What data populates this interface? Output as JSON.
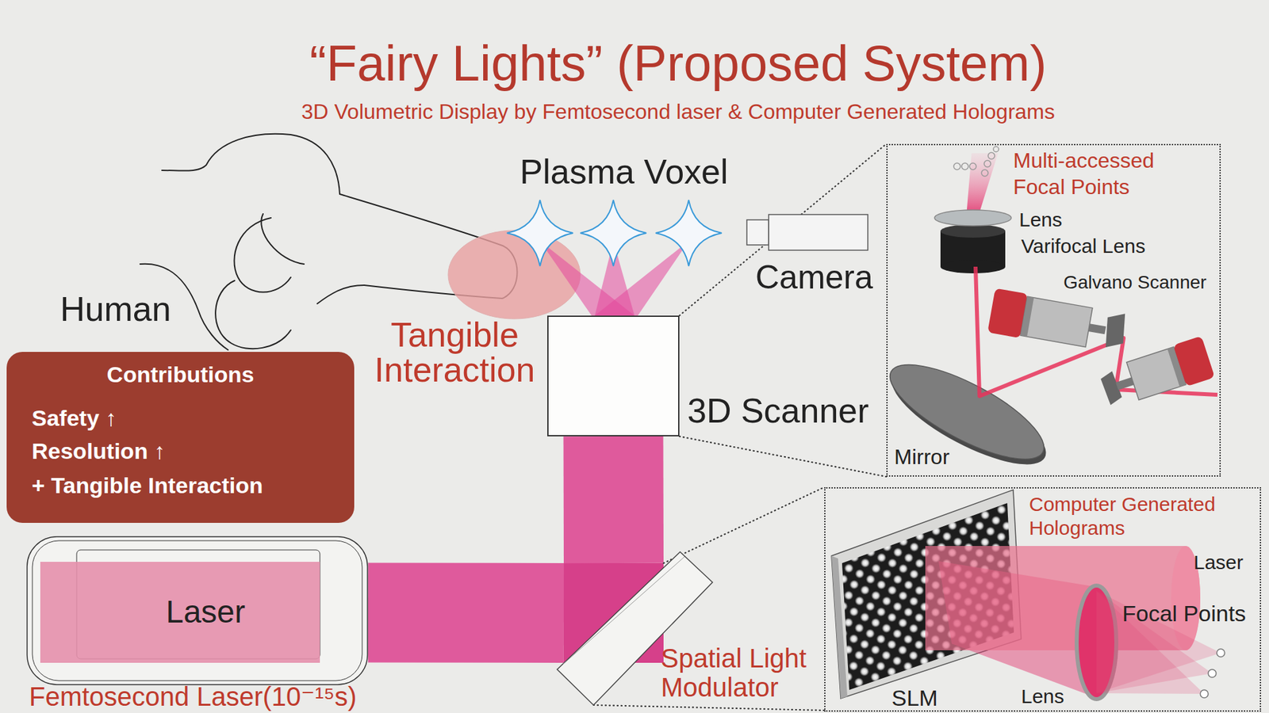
{
  "diagram": {
    "title": "“Fairy Lights” (Proposed System)",
    "nodes": [
      {
        "text": [
          "Camera"
        ]
      },
      {
        "text": [
          "Multi-accessed Focal Points",
          "Lens",
          "Varifocal Lens",
          "Galvano Scanner",
          "Mirror"
        ]
      },
      {
        "text": [
          "3D Scanner"
        ]
      },
      {
        "text": [
          "Contributions",
          "Safety ↑",
          "Resolution ↑",
          "+ Tangible Interaction"
        ]
      },
      {
        "text": [
          "Laser",
          "Femtosecond Laser(10⁻¹⁵s)"
        ]
      },
      {
        "text": [
          "Spatial Light Modulator"
        ]
      },
      {
        "text": [
          "Computer Generated Holograms",
          "Laser",
          "Focal Points",
          "SLM",
          "Lens"
        ]
      }
    ],
    "edges": [
      {
        "from": 4,
        "to": 5,
        "arrow": "none"
      },
      {
        "from": 5,
        "to": 2,
        "arrow": "none"
      },
      {
        "from": 2,
        "to": 1,
        "arrow": "none"
      },
      {
        "from": 5,
        "to": 6,
        "arrow": "none"
      }
    ],
    "labels": [
      "3D Volumetric Display by Femtosecond laser & Computer Generated Holograms",
      "Plasma Voxel",
      "Human",
      "Tangible Interaction"
    ]
  }
}
